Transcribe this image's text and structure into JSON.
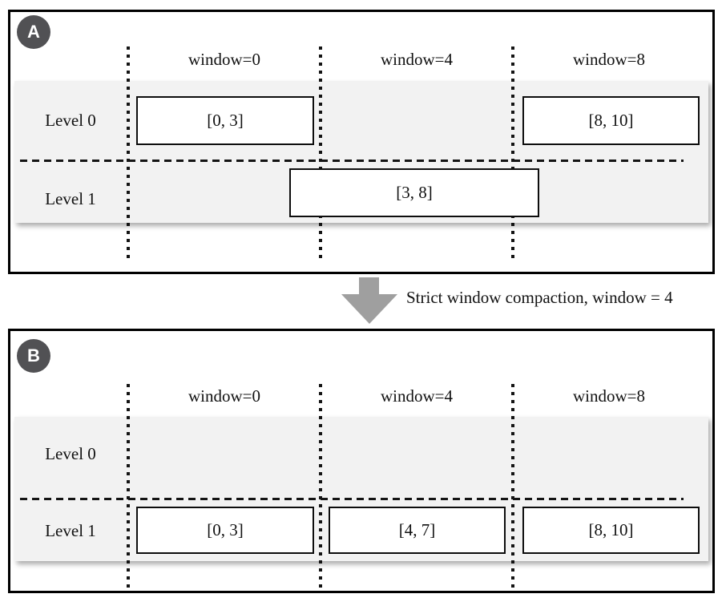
{
  "figure": {
    "caption_between_panels": "Strict window compaction, window = 4"
  },
  "colors": {
    "badge_background": "#515154",
    "badge_text": "#ffffff",
    "arrow_gray": "#9f9f9f",
    "row_band_background": "#f2f2f2",
    "line_and_text": "#111111",
    "box_fill": "#ffffff"
  },
  "panels": [
    {
      "badge": "A",
      "columns": [
        "window=0",
        "window=4",
        "window=8"
      ],
      "levels": [
        "Level 0",
        "Level 1"
      ],
      "boxes": [
        {
          "label": "[0, 3]"
        },
        {
          "label": "[8, 10]"
        },
        {
          "label": "[3, 8]"
        }
      ]
    },
    {
      "badge": "B",
      "columns": [
        "window=0",
        "window=4",
        "window=8"
      ],
      "levels": [
        "Level 0",
        "Level 1"
      ],
      "boxes": [
        {
          "label": "[0, 3]"
        },
        {
          "label": "[4, 7]"
        },
        {
          "label": "[8, 10]"
        }
      ]
    }
  ]
}
